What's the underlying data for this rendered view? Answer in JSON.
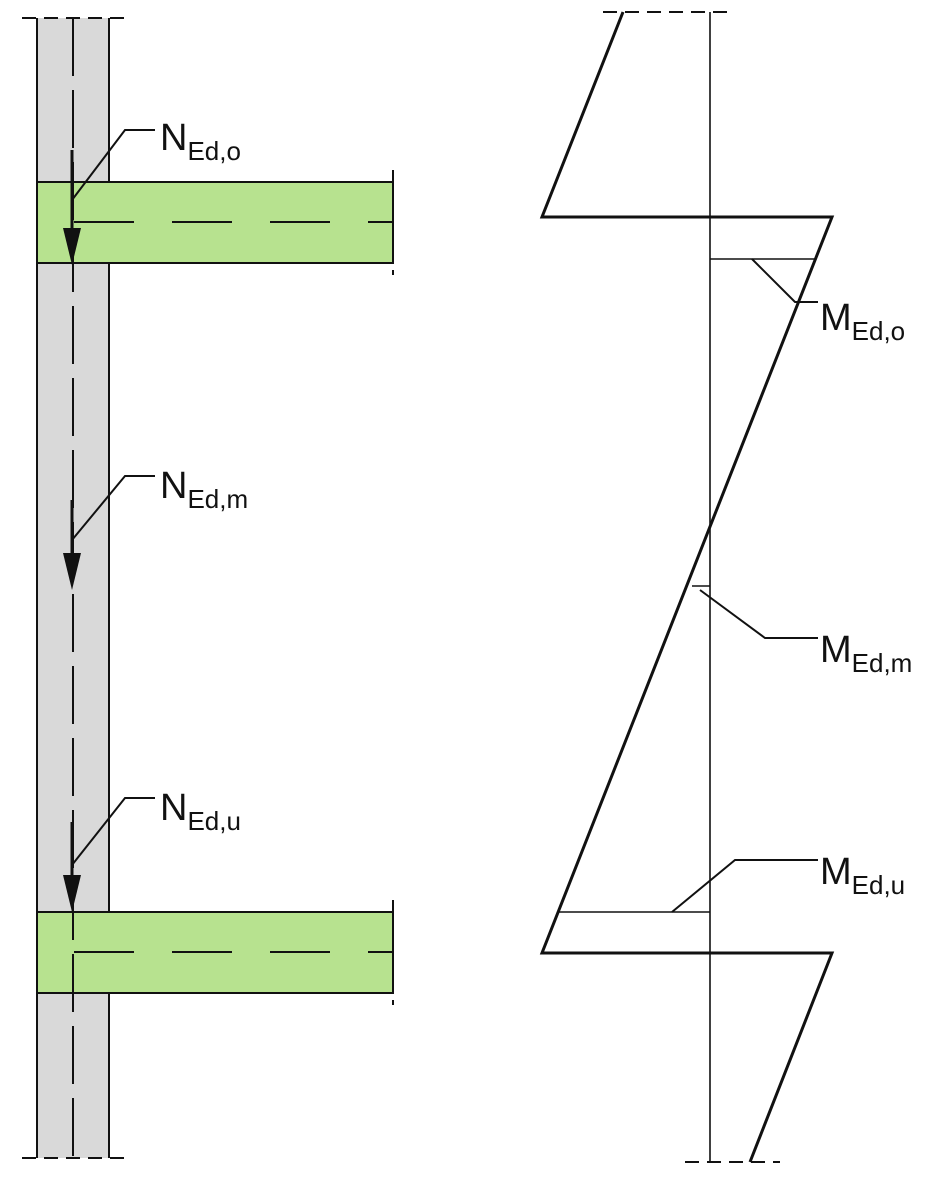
{
  "colors": {
    "column_fill": "#d9d9d9",
    "slab_fill": "#b7e28f",
    "line": "#111111",
    "background": "#ffffff"
  },
  "labels": {
    "n_top": {
      "main": "N",
      "sub": "Ed,o"
    },
    "n_mid": {
      "main": "N",
      "sub": "Ed,m"
    },
    "n_bottom": {
      "main": "N",
      "sub": "Ed,u"
    },
    "m_top": {
      "main": "M",
      "sub": "Ed,o"
    },
    "m_mid": {
      "main": "M",
      "sub": "Ed,m"
    },
    "m_bottom": {
      "main": "M",
      "sub": "Ed,u"
    }
  }
}
